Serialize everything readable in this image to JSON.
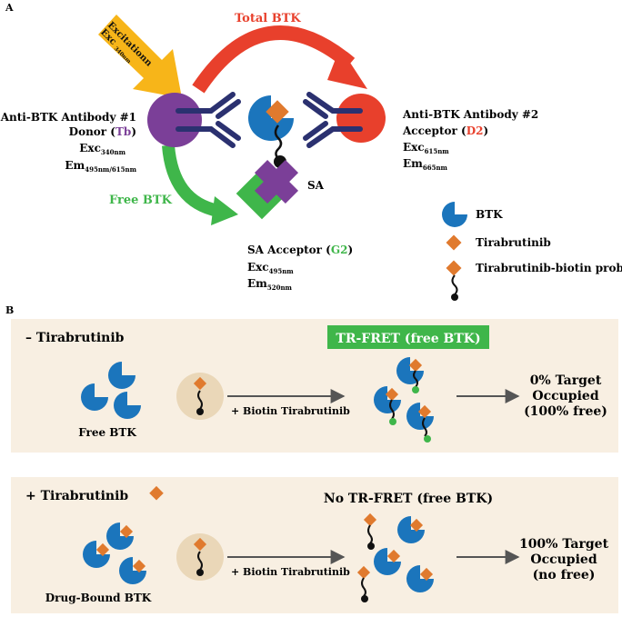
{
  "panel_a": {
    "label": "A",
    "total_btk": "Total BTK",
    "free_btk": "Free BTK",
    "excitation_arrow": {
      "line1": "Excitationn",
      "line2_main": "Exc",
      "line2_sub": "340nm"
    },
    "sa_label": "SA",
    "donor": {
      "line1": "Anti-BTK Antibody #1",
      "line2_prefix": "Donor (",
      "line2_tag": "Tb",
      "line2_suffix": ")",
      "exc_main": "Exc",
      "exc_sub": "340nm",
      "em_main": "Em",
      "em_sub": "495nm/615nm"
    },
    "acceptor": {
      "line1": "Anti-BTK Antibody #2",
      "line2_prefix": "Acceptor (",
      "line2_tag": "D2",
      "line2_suffix": ")",
      "exc_main": "Exc",
      "exc_sub": "615nm",
      "em_main": "Em",
      "em_sub": "665nm"
    },
    "sa_acceptor": {
      "line1_prefix": "SA Acceptor (",
      "line1_tag": "G2",
      "line1_suffix": ")",
      "exc_main": "Exc",
      "exc_sub": "495nm",
      "em_main": "Em",
      "em_sub": "520nm"
    },
    "legend": [
      "BTK",
      "Tirabrutinib",
      "Tirabrutinib-biotin probe"
    ]
  },
  "panel_b": {
    "label": "B",
    "top": {
      "title": "– Tirabrutinib",
      "badge": "TR-FRET (free BTK)",
      "left_caption": "Free BTK",
      "arrow_label": "+ Biotin Tirabrutinib",
      "result": [
        "0% Target",
        "Occupied",
        "(100% free)"
      ]
    },
    "bottom": {
      "title": "+ Tirabrutinib",
      "header": "No TR-FRET (free BTK)",
      "left_caption": "Drug-Bound BTK",
      "arrow_label": "+ Biotin Tirabrutinib",
      "result": [
        "100% Target",
        "Occupied",
        "(no free)"
      ]
    }
  },
  "colors": {
    "btk_blue": "#1b75bc",
    "tirabrutinib_orange": "#e07a2e",
    "donor_purple": "#7b3f98",
    "acceptor_red": "#e8402c",
    "sa_purple": "#7b3f98",
    "free_green": "#3fb64a",
    "antibody_navy": "#2b3170",
    "excitation_yellow": "#f7b519",
    "panel_bg": "#f8efe2",
    "beige_circle": "#ead7b8",
    "arrow_grey": "#555555"
  }
}
